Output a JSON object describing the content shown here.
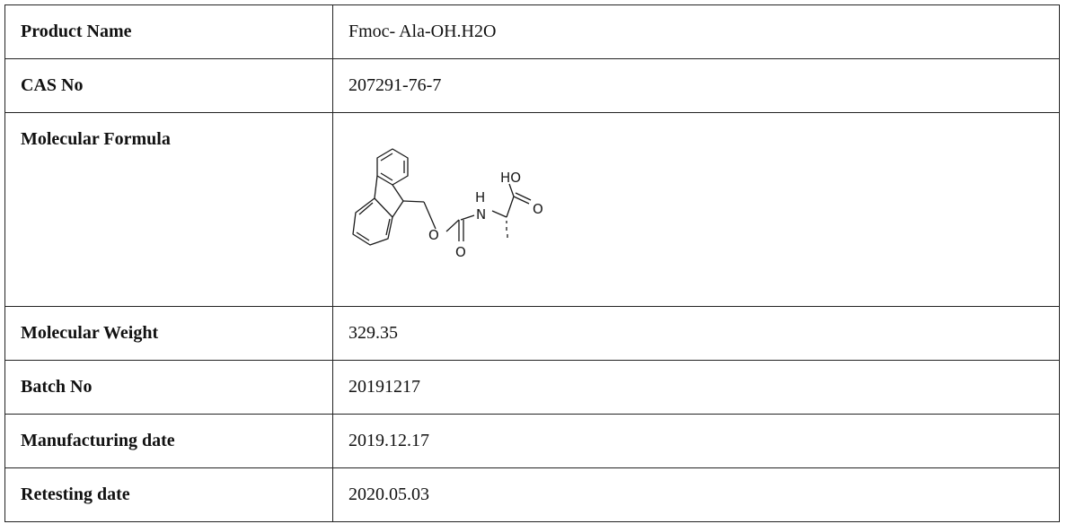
{
  "rows": [
    {
      "label": "Product Name",
      "value": "Fmoc- Ala-OH.H2O"
    },
    {
      "label": "CAS No",
      "value": "207291-76-7"
    },
    {
      "label": "Molecular Formula",
      "value": ""
    },
    {
      "label": "Molecular Weight",
      "value": "329.35"
    },
    {
      "label": "Batch No",
      "value": "20191217"
    },
    {
      "label": "Manufacturing date",
      "value": "2019.12.17"
    },
    {
      "label": "Retesting date",
      "value": "2020.05.03"
    }
  ],
  "structure": {
    "atom_labels": {
      "hydroxyl": "HO",
      "nitrogen": "N",
      "amide_h": "H",
      "ester_o": "O",
      "carbonyl_o": "O",
      "acid_o": "O"
    }
  }
}
